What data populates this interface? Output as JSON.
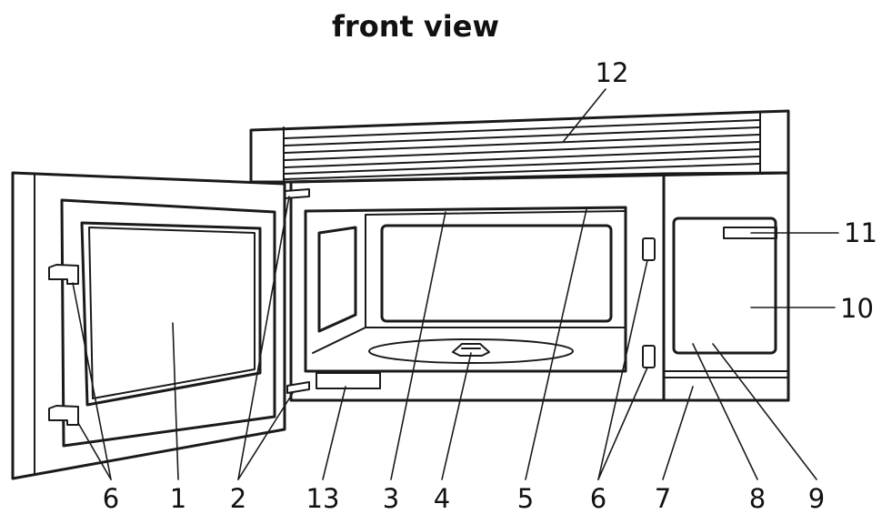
{
  "title": "front view",
  "callouts": {
    "c1": "1",
    "c2": "2",
    "c3": "3",
    "c4": "4",
    "c5": "5",
    "c6a": "6",
    "c6b": "6",
    "c7": "7",
    "c8": "8",
    "c9": "9",
    "c10": "10",
    "c11": "11",
    "c12": "12",
    "c13": "13"
  }
}
